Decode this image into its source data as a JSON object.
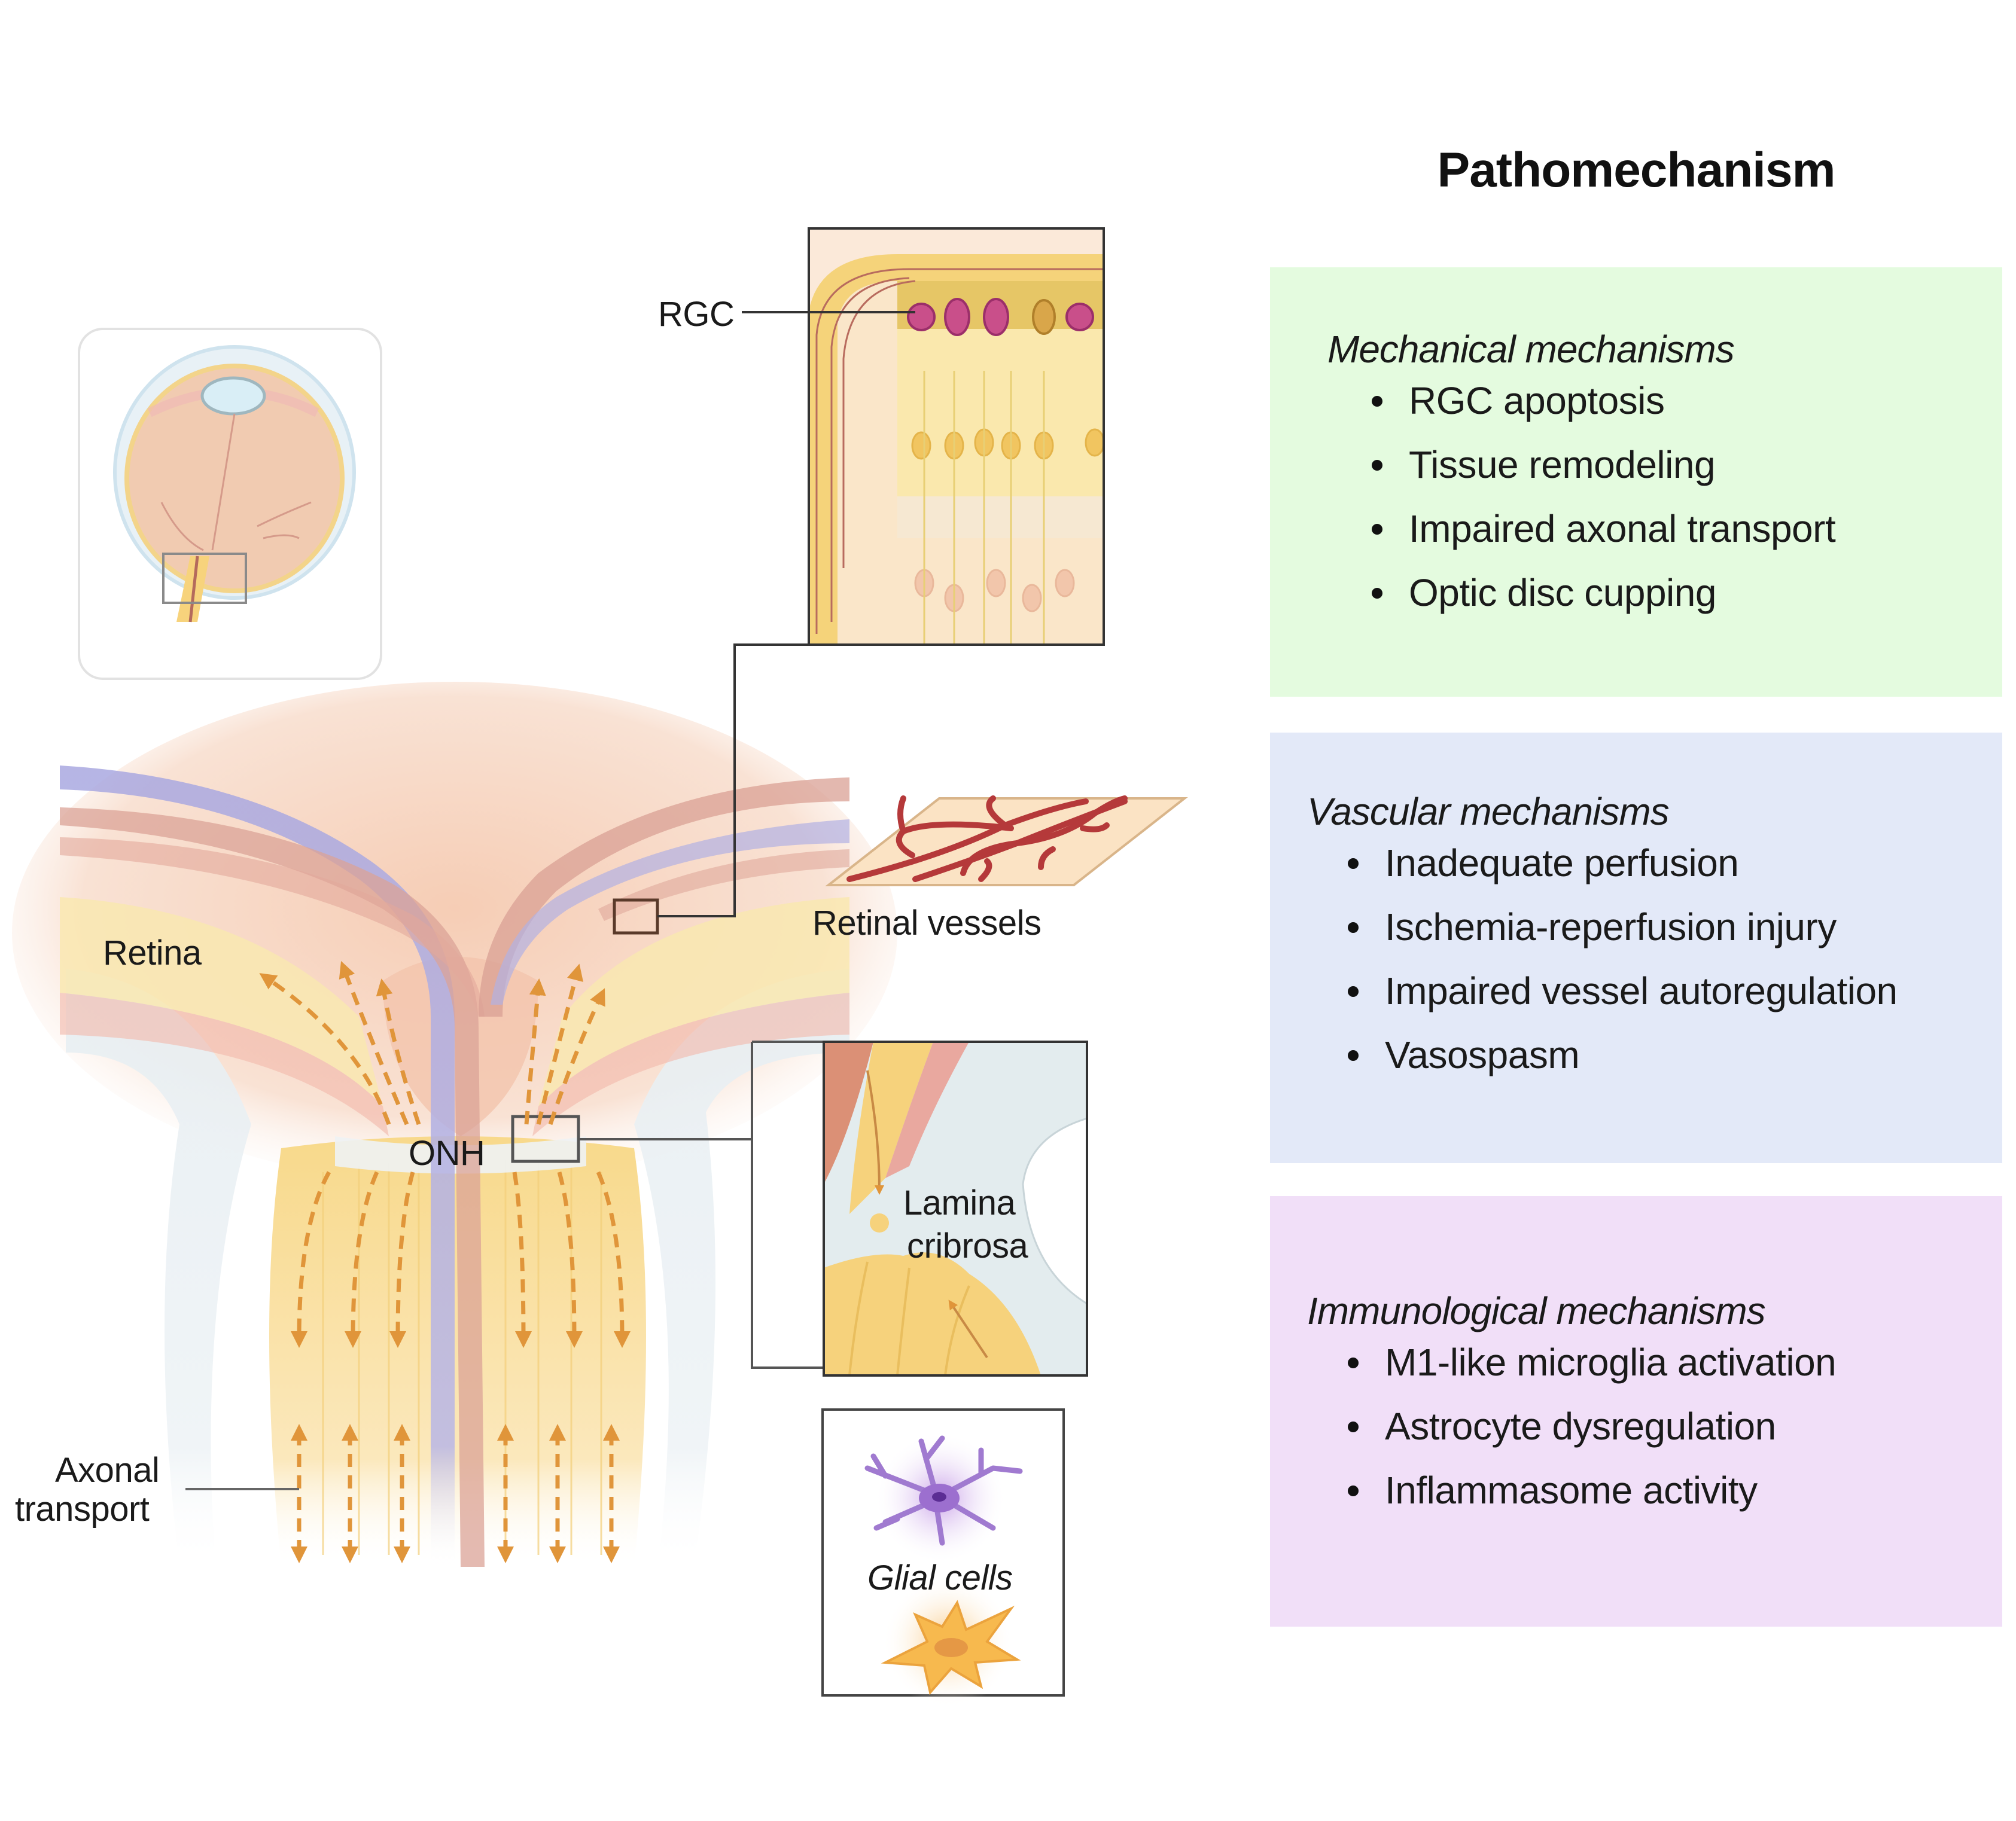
{
  "figure": {
    "title": "Pathomechanism",
    "labels": {
      "rgc": "RGC",
      "retina": "Retina",
      "retinal_vessels": "Retinal vessels",
      "onh": "ONH",
      "lamina_line1": "Lamina",
      "lamina_line2": "cribrosa",
      "axonal_line1": "Axonal",
      "axonal_line2": "transport",
      "glial_cells": "Glial cells"
    },
    "colors": {
      "mechanical_bg": "#e4fbdf",
      "vascular_bg": "#e3e9f8",
      "immunological_bg": "#f1dff8",
      "arrow": "#e0953a",
      "axon": "#f7dc8a",
      "vein": "#a9a8e0",
      "artery": "#d99a8c"
    }
  },
  "mechanisms": [
    {
      "id": "mechanical",
      "heading": "Mechanical mechanisms",
      "items": [
        "RGC apoptosis",
        "Tissue remodeling",
        "Impaired axonal transport",
        "Optic disc cupping"
      ]
    },
    {
      "id": "vascular",
      "heading": "Vascular mechanisms",
      "items": [
        "Inadequate perfusion",
        "Ischemia-reperfusion injury",
        "Impaired vessel autoregulation",
        "Vasospasm"
      ]
    },
    {
      "id": "immunological",
      "heading": "Immunological mechanisms",
      "items": [
        "M1-like microglia activation",
        "Astrocyte dysregulation",
        "Inflammasome activity"
      ]
    }
  ]
}
